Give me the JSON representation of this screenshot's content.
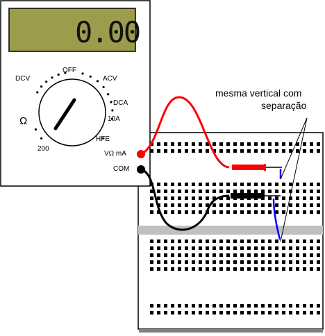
{
  "multimeter": {
    "display_value": "0.00",
    "dial_labels": {
      "off": "OFF",
      "dcv": "DCV",
      "acv": "ACV",
      "dca": "DCA",
      "a10": "10A",
      "hfe": "HFE",
      "ohm": "Ω",
      "r200": "200"
    },
    "jacks": {
      "v_ohm_ma": "VΩ mA",
      "com": "COM"
    },
    "colors": {
      "lcd": "#9c9c4c",
      "red_lead": "#ff0000",
      "black_lead": "#000000",
      "jumper_wire": "#0000ff"
    }
  },
  "annotation": {
    "line1": "mesma vertical com",
    "line2": "separação"
  }
}
